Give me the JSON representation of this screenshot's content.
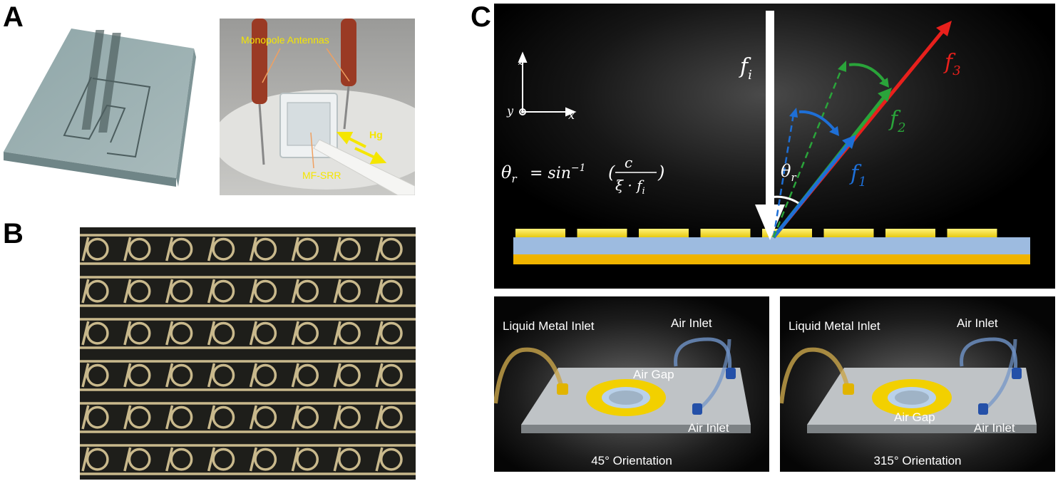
{
  "panels": {
    "a": {
      "letter": "A",
      "photo": {
        "antenna_label": "Monopole Antennas",
        "hg_label": "Hg",
        "srr_label": "MF-SRR"
      }
    },
    "b": {
      "letter": "B",
      "rows": 6,
      "cells_per_row": 8
    },
    "c": {
      "letter": "C",
      "diagram": {
        "axis_z": "z",
        "axis_x": "x",
        "axis_y": "y",
        "incident_f": "f",
        "incident_sub": "i",
        "beam1_f": "f",
        "beam1_sub": "1",
        "beam2_f": "f",
        "beam2_sub": "2",
        "beam3_f": "f",
        "beam3_sub": "3",
        "theta": "θ",
        "theta_sub": "r",
        "formula_lhs": "= sin",
        "formula_exp": "−1",
        "formula_num": "c",
        "formula_den": "ξ · f",
        "colors": {
          "beam1": "#1e6fd6",
          "beam2": "#2aa43a",
          "beam3": "#e8201c",
          "patch": "#f5d800",
          "substrate": "#9dbbe0",
          "ground": "#f0b400"
        }
      },
      "devices": [
        {
          "inlet_metal": "Liquid Metal Inlet",
          "inlet_air_top": "Air Inlet",
          "gap": "Air  Gap",
          "inlet_air_bottom": "Air Inlet",
          "orientation": "45° Orientation"
        },
        {
          "inlet_metal": "Liquid Metal Inlet",
          "inlet_air_top": "Air Inlet",
          "gap": "Air Gap",
          "inlet_air_bottom": "Air Inlet",
          "orientation": "315° Orientation"
        }
      ]
    }
  }
}
